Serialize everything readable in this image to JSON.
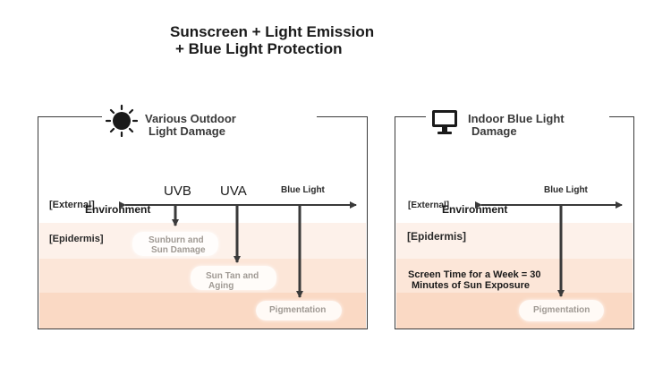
{
  "title": {
    "line1": "Sunscreen + Light Emission",
    "line2": "+ Blue Light Protection"
  },
  "left_panel": {
    "icon": "sun-icon",
    "heading_line1": "Various Outdoor",
    "heading_line2": "Light Damage",
    "external_label": "[External]",
    "environment_label": "Environment",
    "epidermis_label": "[Epidermis]",
    "uvb_label": "UVB",
    "uva_label": "UVA",
    "blue_light_label": "Blue Light",
    "effect_sunburn_line1": "Sunburn and",
    "effect_sunburn_line2": "Sun Damage",
    "effect_suntan_line1": "Sun Tan and",
    "effect_suntan_line2": "Aging",
    "effect_pigmentation": "Pigmentation"
  },
  "right_panel": {
    "icon": "monitor-icon",
    "heading_line1": "Indoor Blue Light",
    "heading_line2": "Damage",
    "external_label": "[External]",
    "environment_label": "Environment",
    "epidermis_label": "[Epidermis]",
    "blue_light_label": "Blue Light",
    "note_line1": "Screen Time for a Week = 30",
    "note_line2": "Minutes of Sun Exposure",
    "effect_pigmentation": "Pigmentation"
  },
  "colors": {
    "skin_layer_1": "#fdf1ea",
    "skin_layer_2": "#fce6d8",
    "skin_layer_3": "#fad9c4",
    "arrow": "#3a3a3a"
  }
}
